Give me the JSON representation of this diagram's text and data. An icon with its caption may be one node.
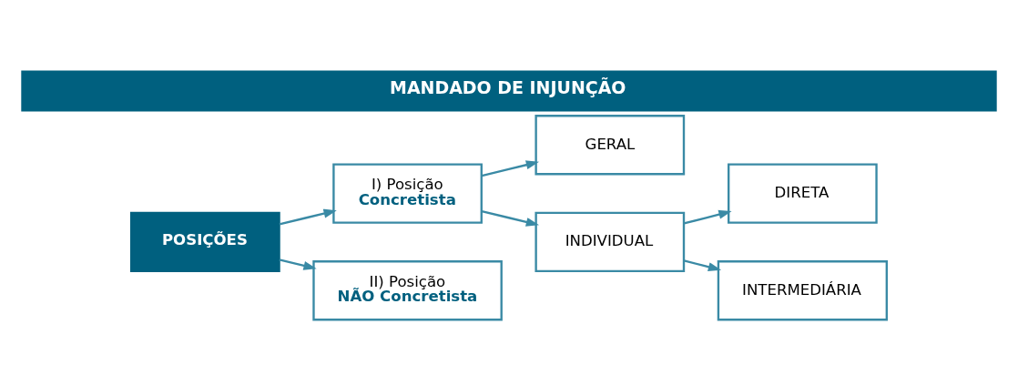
{
  "diagram": {
    "title": "MANDADO DE INJUNÇÃO",
    "nodes": [
      {
        "text": [
          "POSIÇÕES"
        ]
      },
      {
        "text": [
          "I) Posição",
          "Concretista"
        ]
      },
      {
        "text": [
          "II) Posição",
          "NÃO Concretista"
        ]
      },
      {
        "text": [
          "GERAL"
        ]
      },
      {
        "text": [
          "INDIVIDUAL"
        ]
      },
      {
        "text": [
          "DIRETA"
        ]
      },
      {
        "text": [
          "INTERMEDIÁRIA"
        ]
      }
    ],
    "edges": [
      {
        "from": 0,
        "to": 1,
        "arrow": "to"
      },
      {
        "from": 0,
        "to": 2,
        "arrow": "to"
      },
      {
        "from": 1,
        "to": 3,
        "arrow": "to"
      },
      {
        "from": 1,
        "to": 4,
        "arrow": "to"
      },
      {
        "from": 4,
        "to": 5,
        "arrow": "to"
      },
      {
        "from": 4,
        "to": 6,
        "arrow": "to"
      }
    ]
  }
}
